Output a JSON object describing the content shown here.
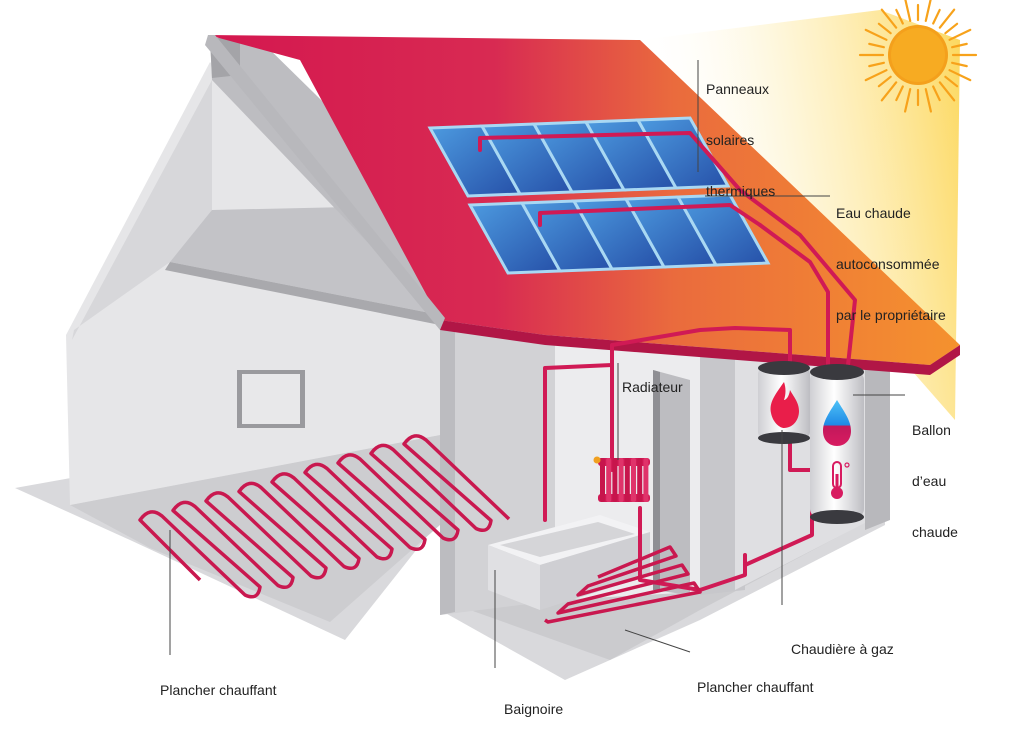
{
  "labels": {
    "panneaux": [
      "Panneaux",
      "solaires",
      "thermiques"
    ],
    "eau_chaude": [
      "Eau chaude",
      "autoconsommée",
      "par le propriétaire"
    ],
    "radiateur": "Radiateur",
    "ballon": [
      "Ballon",
      "d’eau",
      "chaude"
    ],
    "chaudiere": "Chaudière à gaz",
    "plancher_left": "Plancher chauffant",
    "plancher_right": "Plancher chauffant",
    "baignoire": "Baignoire"
  },
  "colors": {
    "roof_red": "#d4174f",
    "roof_orange": "#f28c2c",
    "pipe": "#d01a55",
    "panel_blue": "#2f6fc0",
    "panel_frame": "#9fd2f0",
    "sun": "#f7a21b",
    "wall_light": "#e2e2e4",
    "wall_mid": "#c9c9cc",
    "wall_dark": "#a9a9ad"
  },
  "icons": {
    "sun": "sun-icon",
    "flame": "flame-icon",
    "water_drop": "water-drop-icon",
    "thermometer": "thermometer-icon"
  }
}
